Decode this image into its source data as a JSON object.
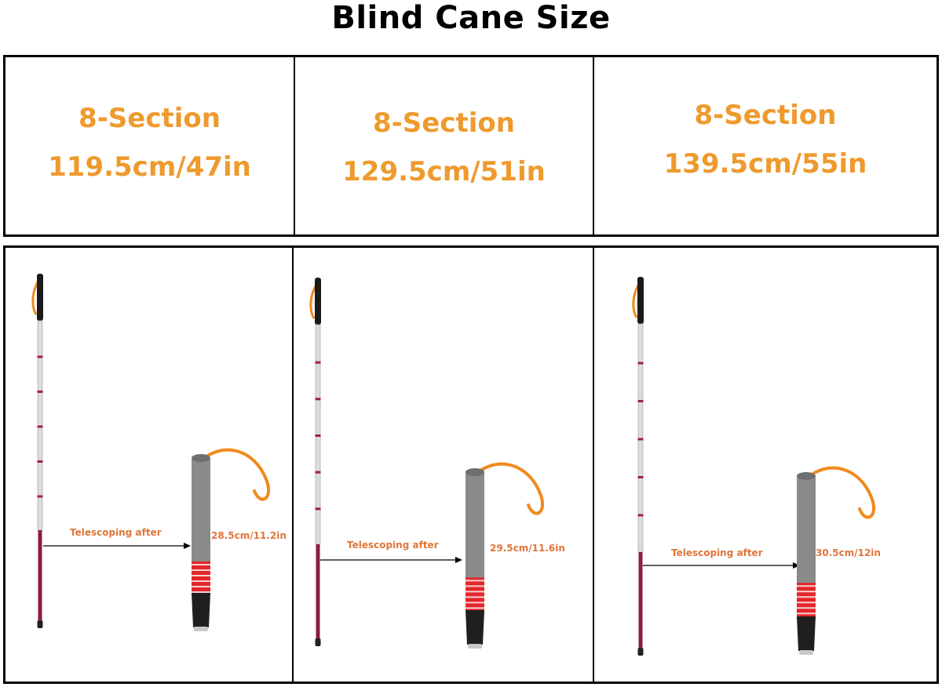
{
  "title": "Blind Cane Size",
  "sizes": [
    {
      "sections": "8-Section",
      "length": "119.5cm/47in",
      "telescope_label": "Telescoping after",
      "folded_length": "28.5cm/11.2in"
    },
    {
      "sections": "8-Section",
      "length": "129.5cm/51in",
      "telescope_label": "Telescoping after",
      "folded_length": "29.5cm/11.6in"
    },
    {
      "sections": "8-Section",
      "length": "139.5cm/55in",
      "telescope_label": "Telescoping after",
      "folded_length": "30.5cm/12in"
    }
  ],
  "colors": {
    "accent_text": "#ee9a2e",
    "callout_text": "#e0763a",
    "strap": "#f08a1c",
    "grip": "#8a8a8a",
    "tip_segment": "#8e1b4a",
    "stripes": "#e3262b"
  }
}
